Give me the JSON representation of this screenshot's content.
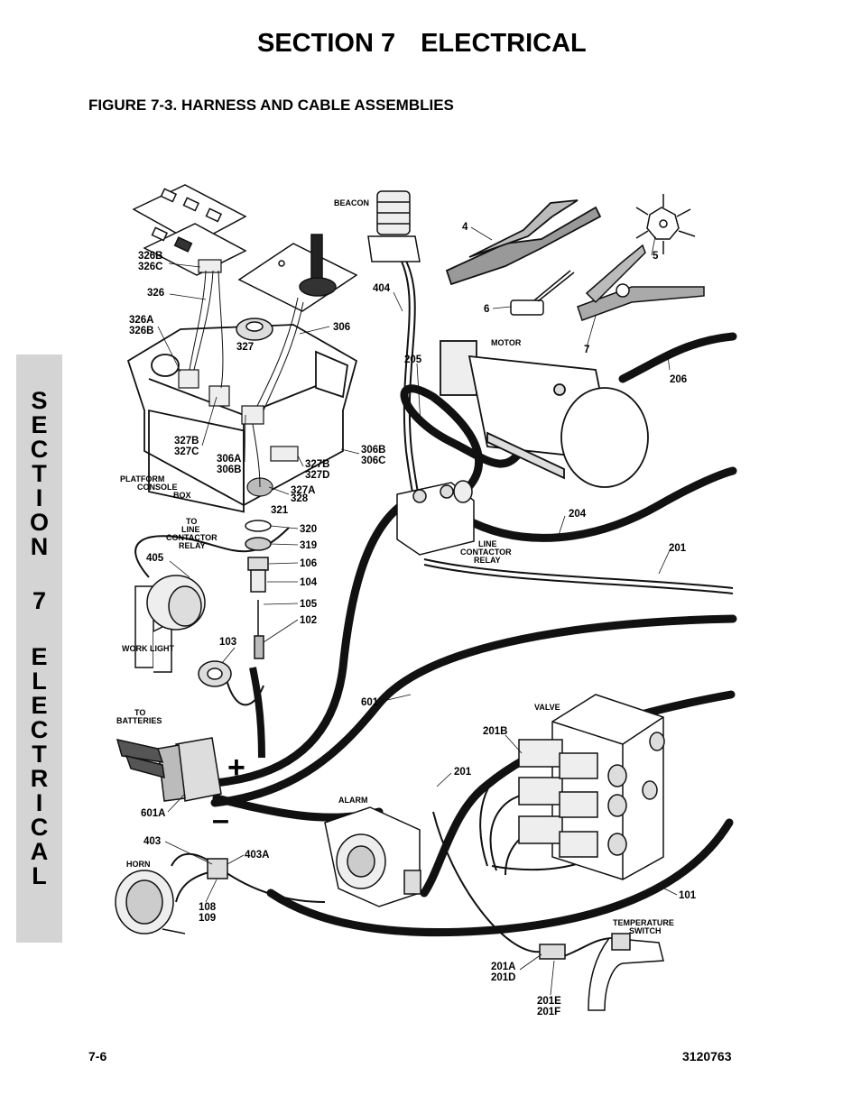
{
  "header": {
    "section": "SECTION 7",
    "section_name": "ELECTRICAL",
    "figure_title": "FIGURE 7-3. HARNESS AND CABLE ASSEMBLIES"
  },
  "side_tab": {
    "letters": [
      "S",
      "E",
      "C",
      "T",
      "I",
      "O",
      "N",
      "7",
      "E",
      "L",
      "E",
      "C",
      "T",
      "R",
      "I",
      "C",
      "A",
      "L"
    ]
  },
  "footer": {
    "page_number": "7-6",
    "document_number": "3120763"
  },
  "diagram": {
    "labels": {
      "beacon": "BEACON",
      "motor": "MOTOR",
      "platform_console_box_1": "PLATFORM",
      "platform_console_box_2": "CONSOLE",
      "platform_console_box_3": "BOX",
      "to_line_contactor_relay_1": "TO",
      "to_line_contactor_relay_2": "LINE",
      "to_line_contactor_relay_3": "CONTACTOR",
      "to_line_contactor_relay_4": "RELAY",
      "line_contactor_relay_1": "LINE",
      "line_contactor_relay_2": "CONTACTOR",
      "line_contactor_relay_3": "RELAY",
      "work_light": "WORK LIGHT",
      "to_batteries_1": "TO",
      "to_batteries_2": "BATTERIES",
      "valve": "VALVE",
      "alarm": "ALARM",
      "horn": "HORN",
      "temperature_switch_1": "TEMPERATURE",
      "temperature_switch_2": "SWITCH",
      "plus_symbol": "+",
      "minus_symbol": "–"
    },
    "callouts": {
      "c326b": "326B",
      "c326c": "326C",
      "c326": "326",
      "c326a_2": "326A",
      "c326b_2": "326B",
      "c327": "327",
      "c306": "306",
      "c327b": "327B",
      "c327c": "327C",
      "c306a": "306A",
      "c306b": "306B",
      "c306b_2": "306B",
      "c306c": "306C",
      "c327b_2": "327B",
      "c327d": "327D",
      "c327a": "327A",
      "c328": "328",
      "c321": "321",
      "c320": "320",
      "c319": "319",
      "c106": "106",
      "c104": "104",
      "c105": "105",
      "c102": "102",
      "c103": "103",
      "c405": "405",
      "c404": "404",
      "c205": "205",
      "c4": "4",
      "c5": "5",
      "c6": "6",
      "c7": "7",
      "c206": "206",
      "c204": "204",
      "c201": "201",
      "c601": "601",
      "c201b": "201B",
      "c201_2": "201",
      "c601a": "601A",
      "c403": "403",
      "c403a": "403A",
      "c108": "108",
      "c109": "109",
      "c101": "101",
      "c201a": "201A",
      "c201d": "201D",
      "c201e": "201E",
      "c201f": "201F"
    }
  }
}
